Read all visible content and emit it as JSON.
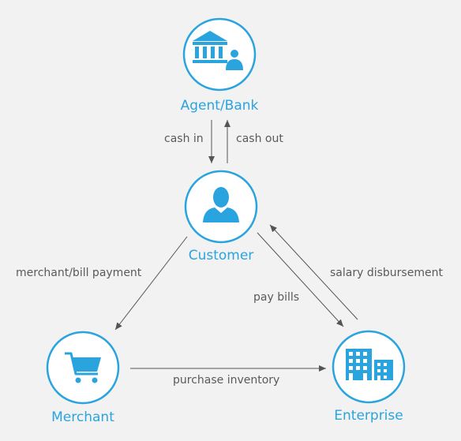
{
  "nodes": {
    "agent_bank": {
      "label": "Agent/Bank",
      "icon": "bank-agent-icon"
    },
    "customer": {
      "label": "Customer",
      "icon": "customer-icon"
    },
    "merchant": {
      "label": "Merchant",
      "icon": "shopping-cart-icon"
    },
    "enterprise": {
      "label": "Enterprise",
      "icon": "office-buildings-icon"
    }
  },
  "edges": {
    "cash_in": "cash in",
    "cash_out": "cash out",
    "merchant_bill_payment": "merchant/bill payment",
    "pay_bills": "pay bills",
    "salary_disbursement": "salary disbursement",
    "purchase_inventory": "purchase inventory"
  },
  "colors": {
    "accent": "#2aa4de",
    "arrow": "#555555",
    "text": "#5a5a5a",
    "background": "#f2f2f2"
  }
}
